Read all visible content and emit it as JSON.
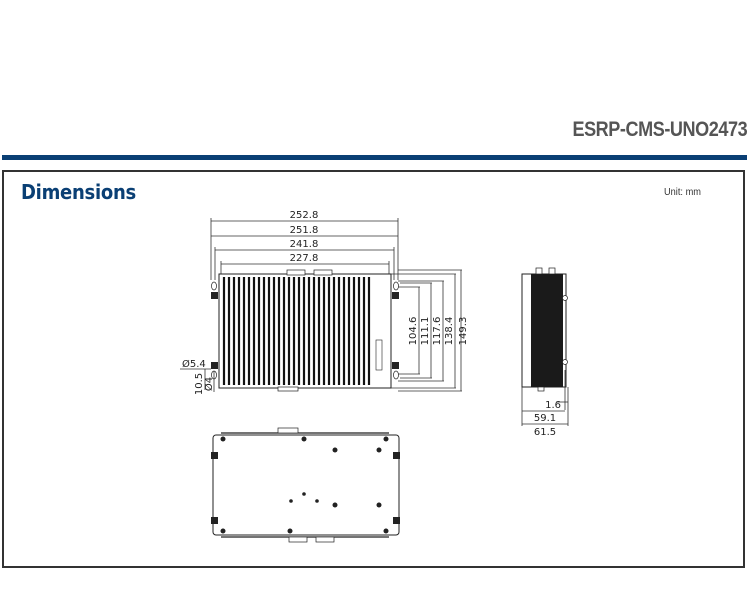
{
  "header": {
    "model": "ESRP-CMS-UNO2473",
    "accent_color": "#0a3f74"
  },
  "section": {
    "title": "Dimensions",
    "unit_label": "Unit: mm"
  },
  "front_view": {
    "widths": [
      "252.8",
      "251.8",
      "241.8",
      "227.8"
    ],
    "heights": [
      "104.6",
      "111.1",
      "117.6",
      "138.4",
      "149.3"
    ],
    "hole_diameter": "Ø5.4",
    "slot_width": "Ø4",
    "slot_offset": "10.5"
  },
  "side_view": {
    "dims": [
      "1.6",
      "59.1",
      "61.5"
    ]
  }
}
